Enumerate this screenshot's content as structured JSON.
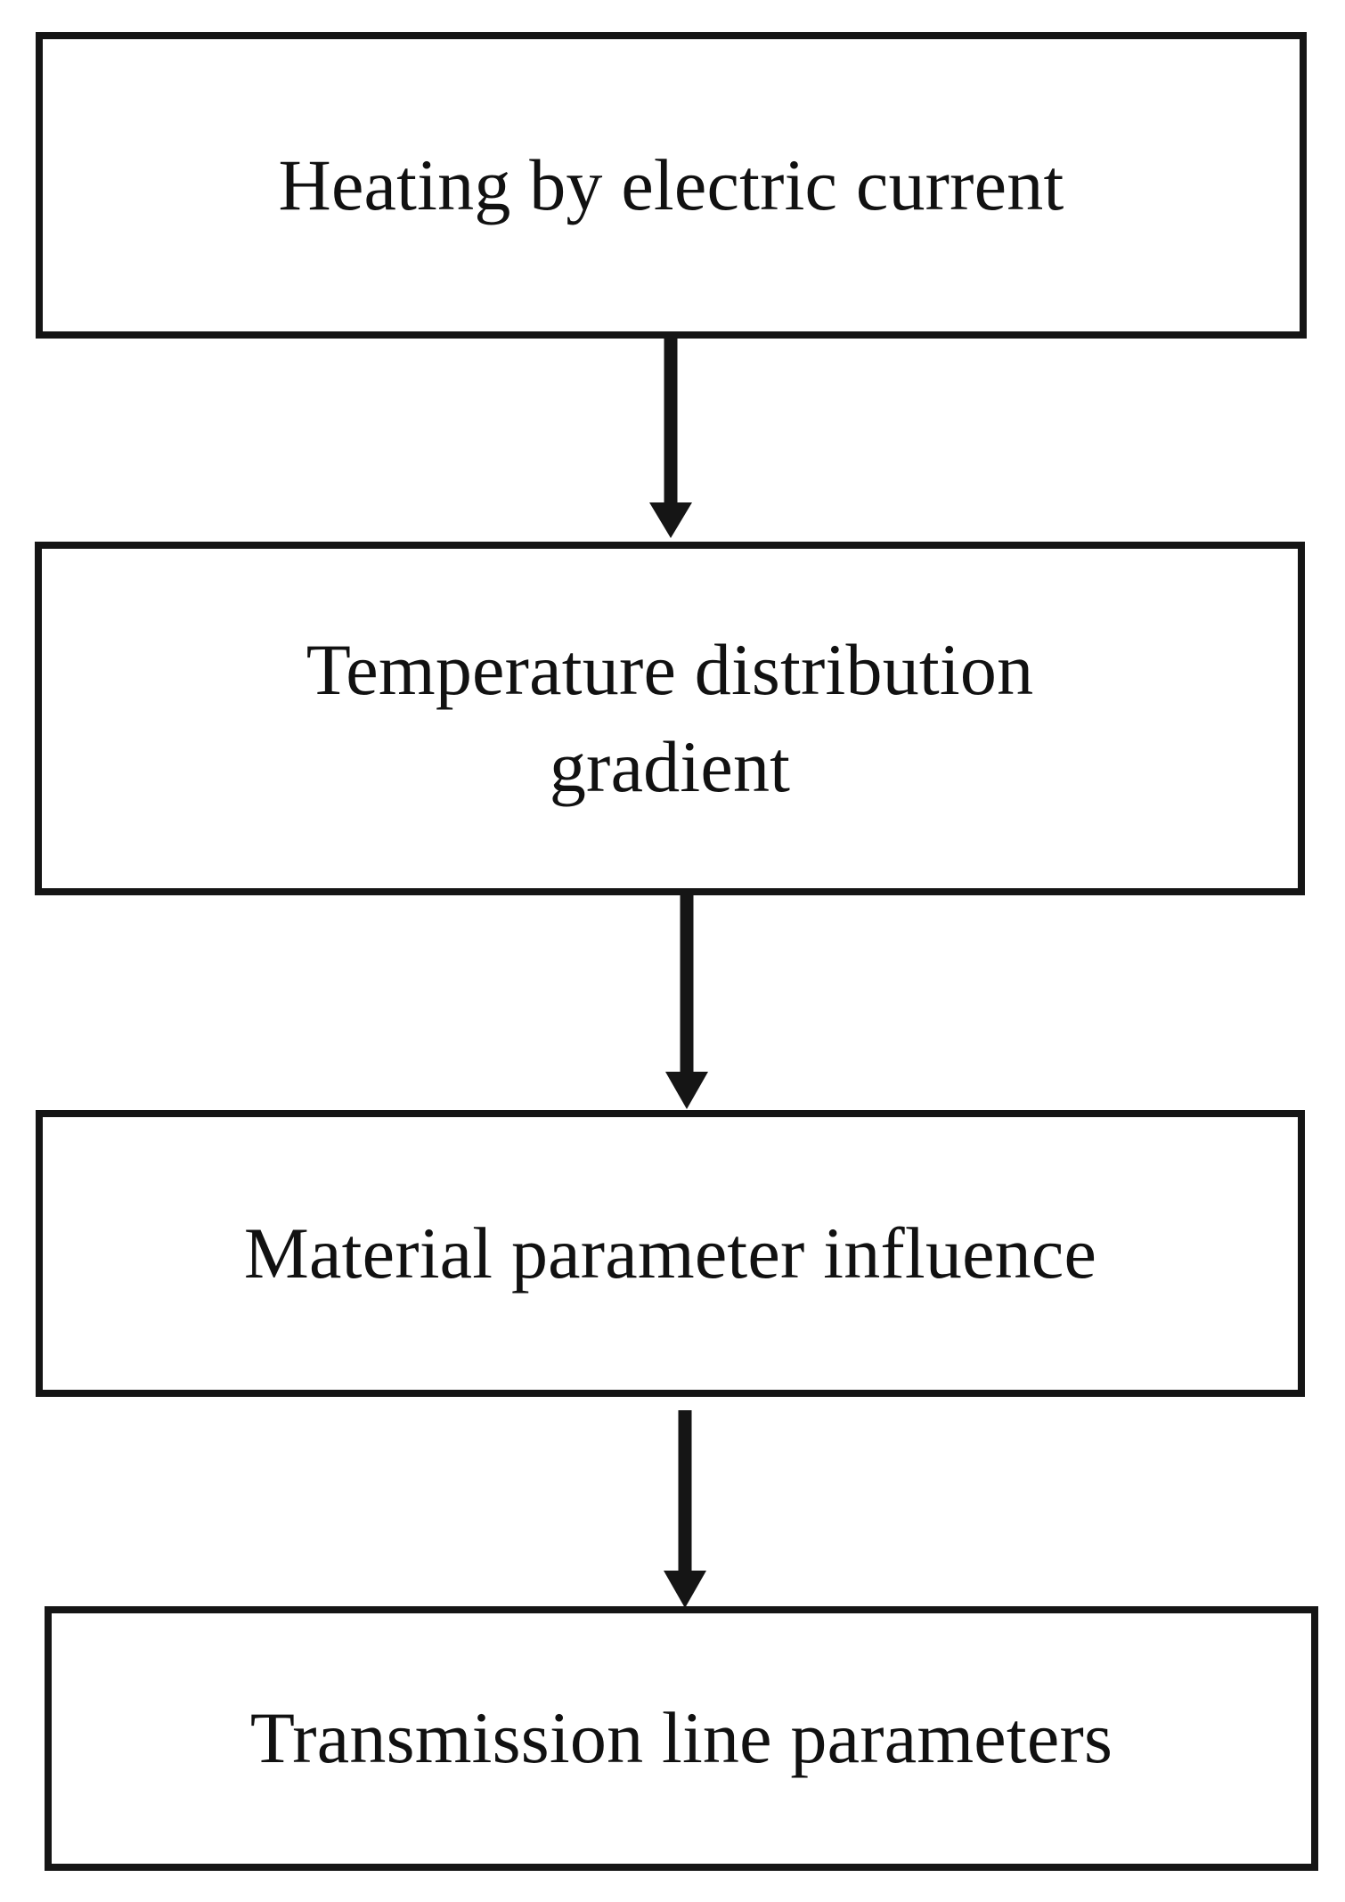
{
  "diagram": {
    "title": "Heating-to-transmission-line flowchart",
    "orientation": "vertical top-to-bottom",
    "background_color": "#ffffff",
    "stroke_color": "#151515",
    "text_color": "#111111",
    "nodes": [
      {
        "id": "heating-by-electric-current",
        "label": "Heating by electric current",
        "shape": "rectangle",
        "fill": "#ffffff",
        "border_color": "#151515"
      },
      {
        "id": "temperature-distribution-gradient",
        "label": "Temperature distribution\ngradient",
        "shape": "rectangle",
        "fill": "#ffffff",
        "border_color": "#151515"
      },
      {
        "id": "material-parameter-influence",
        "label": "Material parameter influence",
        "shape": "rectangle",
        "fill": "#ffffff",
        "border_color": "#151515"
      },
      {
        "id": "transmission-line-parameters",
        "label": "Transmission line parameters",
        "shape": "rectangle",
        "fill": "#ffffff",
        "border_color": "#151515"
      }
    ],
    "connectors": [
      {
        "id": "arrow-1",
        "from": "heating-by-electric-current",
        "to": "temperature-distribution-gradient",
        "style": "solid",
        "arrowhead": "filled-triangle",
        "color": "#151515"
      },
      {
        "id": "arrow-2",
        "from": "temperature-distribution-gradient",
        "to": "material-parameter-influence",
        "style": "solid",
        "arrowhead": "filled-triangle",
        "color": "#151515"
      },
      {
        "id": "arrow-3",
        "from": "material-parameter-influence",
        "to": "transmission-line-parameters",
        "style": "solid",
        "arrowhead": "filled-triangle",
        "color": "#151515"
      }
    ]
  }
}
